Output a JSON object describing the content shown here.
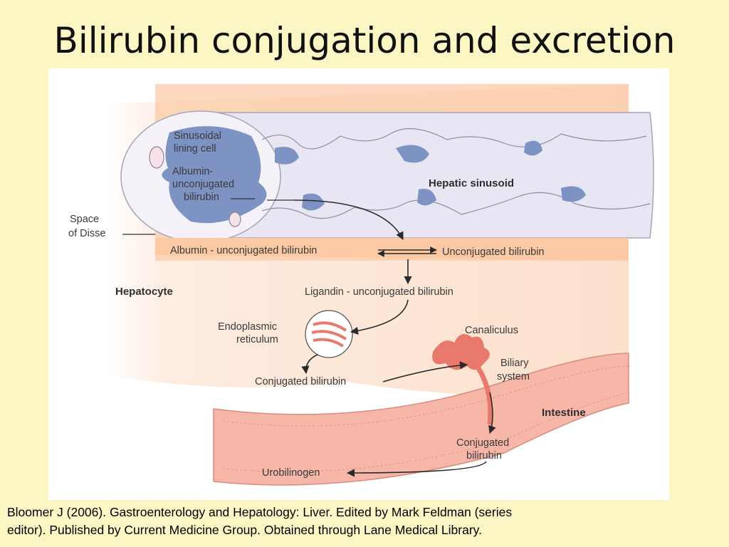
{
  "slide": {
    "title": "Bilirubin conjugation and excretion",
    "citation_line1": "Bloomer J (2006).  Gastroenterology and Hepatology: Liver. Edited by Mark Feldman (series",
    "citation_line2": "editor).  Published by Current Medicine Group.  Obtained through Lane Medical Library."
  },
  "diagram": {
    "labels": {
      "sinusoidal_line1": "Sinusoidal",
      "sinusoidal_line2": "lining cell",
      "albumin_line1": "Albumin-",
      "albumin_line2": "unconjugated",
      "albumin_line3": "bilirubin",
      "space_line1": "Space",
      "space_line2": "of Disse",
      "hepatic_sinusoid": "Hepatic sinusoid",
      "albumin_complex": "Albumin - unconjugated bilirubin",
      "unconjugated_bilirubin": "Unconjugated bilirubin",
      "hepatocyte": "Hepatocyte",
      "ligandin_complex": "Ligandin - unconjugated bilirubin",
      "er_line1": "Endoplasmic",
      "er_line2": "reticulum",
      "canaliculus": "Canaliculus",
      "biliary_line1": "Biliary",
      "biliary_line2": "system",
      "conjugated_bilirubin": "Conjugated bilirubin",
      "intestine": "Intestine",
      "conj_line1": "Conjugated",
      "conj_line2": "bilirubin",
      "urobilinogen": "Urobilinogen"
    },
    "colors": {
      "slide_background": "#fbf6c4",
      "hepatocyte_tissue": "#fde3d0",
      "vessel_wall": "#fbc9a4",
      "sinusoid_lumen": "#e9e7f3",
      "nuclei": "#7d93c4",
      "er_and_bile": "#e9796c",
      "intestine_tissue": "#f6b7a9",
      "arrows": "#2a2a2a"
    }
  }
}
